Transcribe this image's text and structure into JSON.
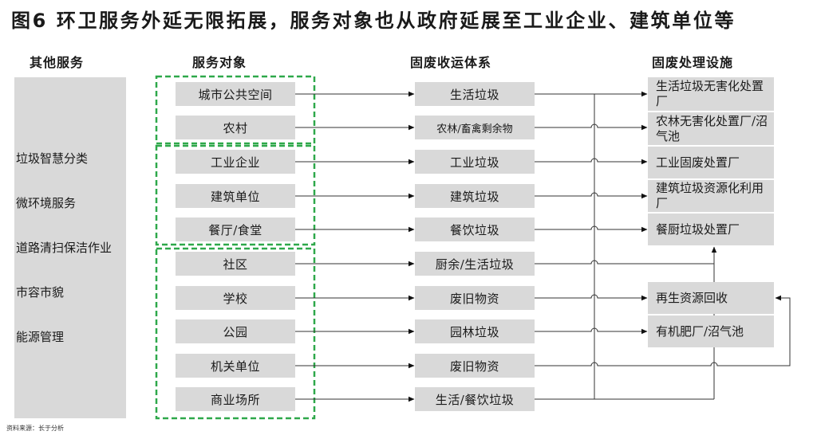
{
  "title": "图6 环卫服务外延无限拓展，服务对象也从政府延展至工业企业、建筑单位等",
  "columns": {
    "other_services": "其他服务",
    "service_objects": "服务对象",
    "collection_system": "固废收运体系",
    "treatment_facilities": "固废处理设施"
  },
  "other_services": [
    "垃圾智慧分类",
    "微环境服务",
    "道路清扫保洁作业",
    "市容市貌",
    "能源管理"
  ],
  "service_objects": [
    "城市公共空间",
    "农村",
    "工业企业",
    "建筑单位",
    "餐厅/食堂",
    "社区",
    "学校",
    "公园",
    "机关单位",
    "商业场所"
  ],
  "collection_system": [
    "生活垃圾",
    "农林/畜禽剩余物",
    "工业垃圾",
    "建筑垃圾",
    "餐饮垃圾",
    "厨余/生活垃圾",
    "废旧物资",
    "园林垃圾",
    "废旧物资",
    "生活/餐饮垃圾"
  ],
  "treatment_facilities": [
    "生活垃圾无害化处置厂",
    "农林无害化处置厂/沼气池",
    "工业固废处置厂",
    "建筑垃圾资源化利用厂",
    "餐厨垃圾处置厂",
    "再生资源回收",
    "有机肥厂/沼气池"
  ],
  "source": "资料来源：长于分析",
  "colors": {
    "box_fill": "#d9d9d9",
    "group_border": "#2ea84a",
    "connector": "#333333",
    "text": "#1a1a1a"
  }
}
